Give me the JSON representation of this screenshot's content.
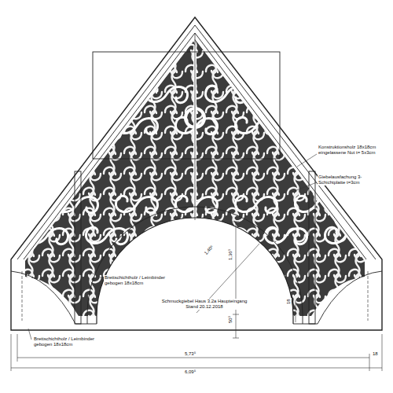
{
  "diagram": {
    "labels": [
      "Konstruktionsholz 18x18cm eingelassene Nut t= 5x3cm",
      "Giebelausfachung 3-Schichtplatte t=3cm",
      "Brettschichtholz / Leimbinder gebogen 18x18cm",
      "Schmuckgiebel Haus 3.2a Haupteingang Stand 20.12.2018",
      "1,40⁵",
      "1,36⁵",
      "50⁵",
      "18",
      "Brettschichtholz / Leimbinder gebogen 18x18cm",
      "5,73⁵",
      "18",
      "6,09⁵"
    ]
  }
}
